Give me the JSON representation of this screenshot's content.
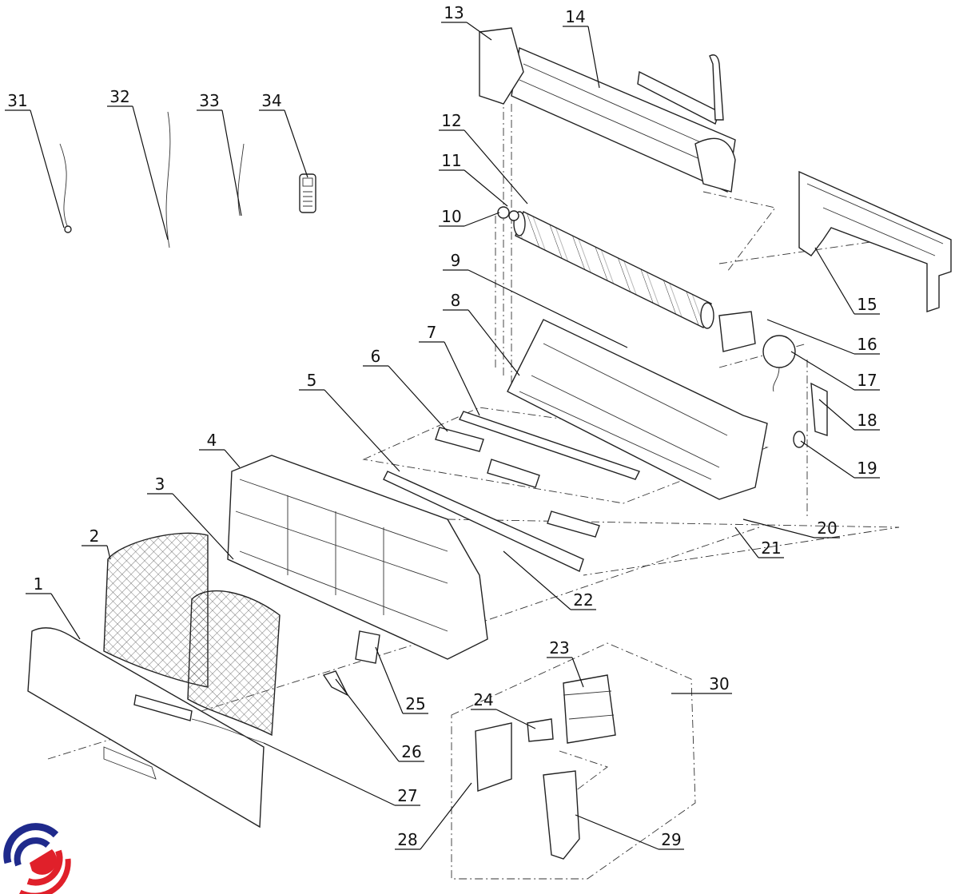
{
  "diagram": {
    "type": "exploded-parts-view",
    "callouts": [
      "1",
      "2",
      "3",
      "4",
      "5",
      "6",
      "7",
      "8",
      "9",
      "10",
      "11",
      "12",
      "13",
      "14",
      "15",
      "16",
      "17",
      "18",
      "19",
      "20",
      "21",
      "22",
      "23",
      "24",
      "25",
      "26",
      "27",
      "28",
      "29",
      "30",
      "31",
      "32",
      "33",
      "34"
    ]
  },
  "colors": {
    "logo_blue": "#1f2a8c",
    "logo_red": "#e0202a",
    "line": "#222222"
  }
}
